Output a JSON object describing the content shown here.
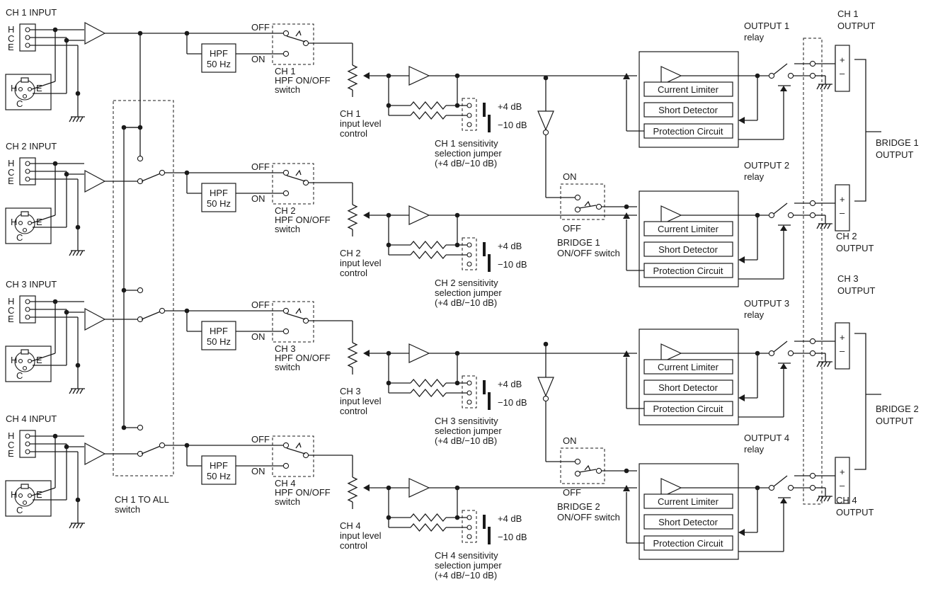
{
  "channels": [
    {
      "input": "CH 1 INPUT",
      "hpf_switch": [
        "CH 1",
        "HPF ON/OFF",
        "switch"
      ],
      "level": [
        "CH 1",
        "input level",
        "control"
      ],
      "sens": [
        "CH 1 sensitivity",
        "selection jumper",
        "(+4 dB/−10 dB)"
      ],
      "output": [
        "CH 1",
        "OUTPUT"
      ],
      "relay": [
        "OUTPUT 1",
        "relay"
      ]
    },
    {
      "input": "CH 2 INPUT",
      "hpf_switch": [
        "CH 2",
        "HPF ON/OFF",
        "switch"
      ],
      "level": [
        "CH 2",
        "input level",
        "control"
      ],
      "sens": [
        "CH 2 sensitivity",
        "selection jumper",
        "(+4 dB/−10 dB)"
      ],
      "output": [
        "CH 2",
        "OUTPUT"
      ],
      "relay": [
        "OUTPUT 2",
        "relay"
      ]
    },
    {
      "input": "CH 3 INPUT",
      "hpf_switch": [
        "CH 3",
        "HPF ON/OFF",
        "switch"
      ],
      "level": [
        "CH 3",
        "input level",
        "control"
      ],
      "sens": [
        "CH 3 sensitivity",
        "selection jumper",
        "(+4 dB/−10 dB)"
      ],
      "output": [
        "CH 3",
        "OUTPUT"
      ],
      "relay": [
        "OUTPUT 3",
        "relay"
      ]
    },
    {
      "input": "CH 4 INPUT",
      "hpf_switch": [
        "CH 4",
        "HPF ON/OFF",
        "switch"
      ],
      "level": [
        "CH 4",
        "input level",
        "control"
      ],
      "sens": [
        "CH 4 sensitivity",
        "selection jumper",
        "(+4 dB/−10 dB)"
      ],
      "output": [
        "CH 4",
        "OUTPUT"
      ],
      "relay": [
        "OUTPUT 4",
        "relay"
      ]
    }
  ],
  "labels": {
    "pin_h": "H",
    "pin_c": "C",
    "pin_e": "E",
    "off": "OFF",
    "on": "ON",
    "hpf": "HPF",
    "hpf_freq": "50 Hz",
    "plus4": "+4 dB",
    "minus10": "−10 dB",
    "current_limiter": "Current Limiter",
    "short_detector": "Short Detector",
    "protection_circuit": "Protection Circuit",
    "plus": "+",
    "minus": "–"
  },
  "ch1_to_all": [
    "CH 1 TO ALL",
    "switch"
  ],
  "bridge_switches": [
    [
      "BRIDGE 1",
      "ON/OFF switch"
    ],
    [
      "BRIDGE 2",
      "ON/OFF switch"
    ]
  ],
  "bridge_outputs": [
    [
      "BRIDGE 1",
      "OUTPUT"
    ],
    [
      "BRIDGE 2",
      "OUTPUT"
    ]
  ]
}
